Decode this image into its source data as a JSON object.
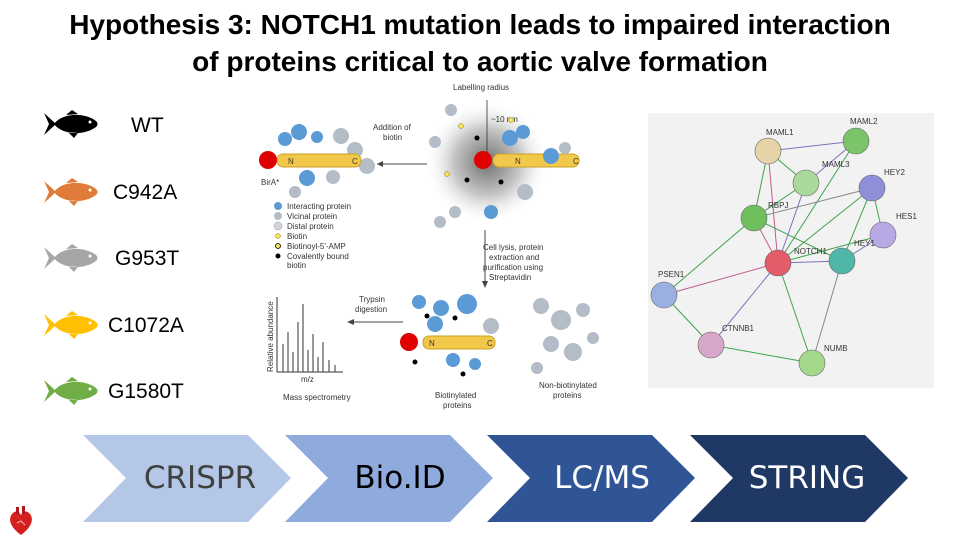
{
  "slide": {
    "title_line1": "Hypothesis 3: NOTCH1 mutation leads to impaired interaction",
    "title_line2": "of proteins critical to aortic valve formation"
  },
  "variants": [
    {
      "label": "WT",
      "color": "#000000"
    },
    {
      "label": "C942A",
      "color": "#e07b39"
    },
    {
      "label": "G953T",
      "color": "#a6a6a6"
    },
    {
      "label": "C1072A",
      "color": "#ffc000"
    },
    {
      "label": "G1580T",
      "color": "#70ad47"
    }
  ],
  "bioid_figure": {
    "labelling_radius": "Labelling radius",
    "radius_value": "~10 nm",
    "addition_of_biotin": [
      "Addition of",
      "biotin"
    ],
    "bira": "BirA*",
    "n": "N",
    "c": "C",
    "legend": [
      "Interacting protein",
      "Vicinal protein",
      "Distal protein",
      "Biotin",
      "Biotinoyl-5'-AMP",
      "Covalently bound",
      "biotin"
    ],
    "lysis": [
      "Cell lysis, protein",
      "extraction and",
      "purification using",
      "Streptavidin"
    ],
    "trypsin": [
      "Trypsin",
      "digestion"
    ],
    "y_axis": "Relative abundance",
    "x_axis": "m/z",
    "mass_spec": "Mass spectrometry",
    "biotinylated": [
      "Biotinylated",
      "proteins"
    ],
    "non_biotinylated": [
      "Non-biotinylated",
      "proteins"
    ]
  },
  "string_network": {
    "nodes": [
      "MAML1",
      "MAML2",
      "MAML3",
      "HEY2",
      "RBPJ",
      "HES1",
      "HEY1",
      "NOTCH1",
      "PSEN1",
      "CTNNB1",
      "NUMB"
    ]
  },
  "workflow": [
    {
      "label": "CRISPR",
      "color": "#b4c7e7",
      "text_color": "#404040"
    },
    {
      "label": "Bio.ID",
      "color": "#8faadc",
      "text_color": "#000000"
    },
    {
      "label": "LC/MS",
      "color": "#2f5597",
      "text_color": "#ffffff"
    },
    {
      "label": "STRING",
      "color": "#203864",
      "text_color": "#ffffff"
    }
  ]
}
